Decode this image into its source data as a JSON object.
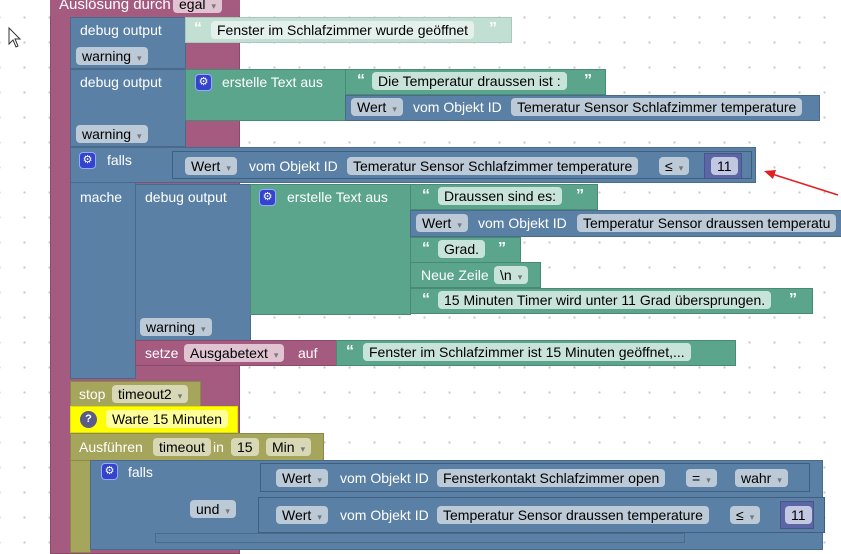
{
  "trigger": {
    "label": "Auslösung durch",
    "option": "egal"
  },
  "debug1": {
    "label": "debug output",
    "text": "Fenster im Schlafzimmer wurde geöffnet",
    "level": "warning"
  },
  "debug2": {
    "label": "debug output",
    "join": "erstelle Text aus",
    "text": "Die Temperatur draussen ist :",
    "value": {
      "prop": "Wert",
      "of": "vom Objekt ID",
      "id": "Temeratur Sensor Schlafzimmer temperature"
    },
    "level": "warning"
  },
  "if1": {
    "label": "falls",
    "do": "mache",
    "cond": {
      "prop": "Wert",
      "of": "vom Objekt ID",
      "id": "Temeratur Sensor Schlafzimmer temperature",
      "op": "≤",
      "num": "11"
    },
    "debug": {
      "label": "debug output",
      "join": "erstelle Text aus",
      "t1": "Draussen sind es:",
      "value": {
        "prop": "Wert",
        "of": "vom Objekt ID",
        "id": "Temperatur Sensor draussen temperatu"
      },
      "t2": "Grad.",
      "newline": "Neue Zeile",
      "newline_opt": "\\n",
      "t3": "15 Minuten Timer wird unter 11 Grad übersprungen.",
      "level": "warning"
    },
    "set": {
      "label": "setze",
      "var": "Ausgabetext",
      "to": "auf",
      "text": "Fenster im Schlafzimmer ist 15 Minuten geöffnet,..."
    }
  },
  "stop": {
    "label": "stop",
    "name": "timeout2"
  },
  "comment": {
    "text": "Warte 15 Minuten"
  },
  "timeout": {
    "label": "Ausführen",
    "name": "timeout",
    "in": "in",
    "value": "15",
    "unit": "Min"
  },
  "if2": {
    "label": "falls",
    "and": "und",
    "c1": {
      "prop": "Wert",
      "of": "vom Objekt ID",
      "id": "Fensterkontakt Schlafzimmer open",
      "op": "=",
      "val": "wahr"
    },
    "c2": {
      "prop": "Wert",
      "of": "vom Objekt ID",
      "id": "Temperatur Sensor draussen temperature",
      "op": "≤",
      "num": "11"
    }
  }
}
